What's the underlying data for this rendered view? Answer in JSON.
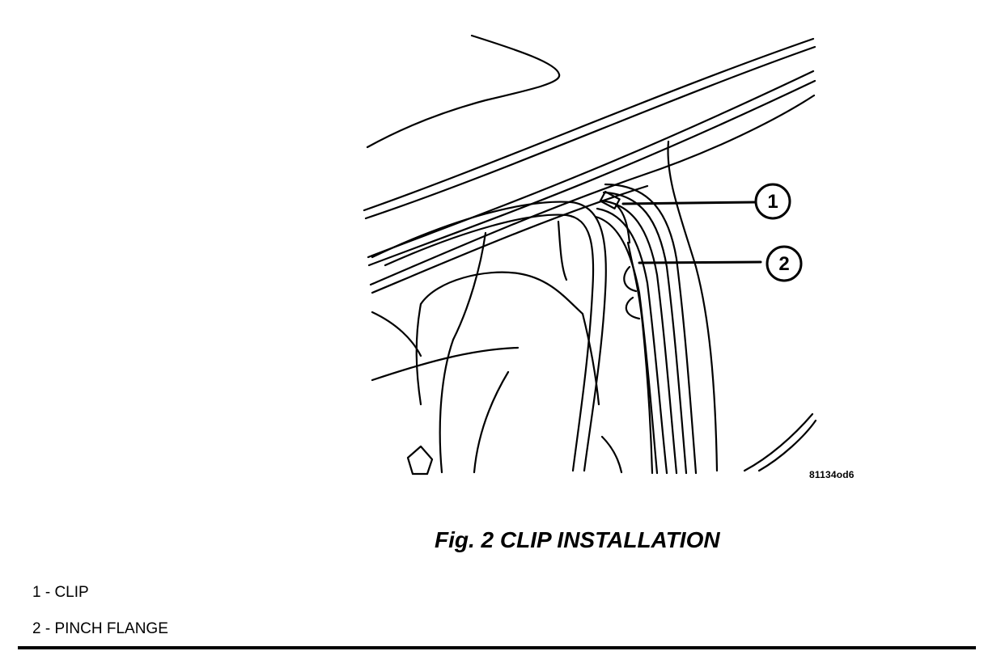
{
  "figure": {
    "id_code": "81134od6",
    "caption": "Fig. 2 CLIP INSTALLATION"
  },
  "callouts": [
    {
      "number": "1",
      "label": "1 - CLIP"
    },
    {
      "number": "2",
      "label": "2 - PINCH FLANGE"
    }
  ]
}
